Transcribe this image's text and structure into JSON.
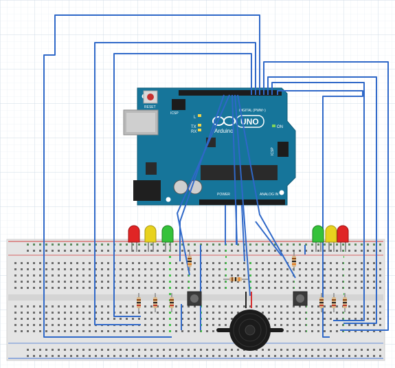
{
  "canvas": {
    "grid_color": "#e3ebf2",
    "background": "#ffffff"
  },
  "arduino": {
    "brand": "Arduino",
    "model": "UNO",
    "reset_label": "RESET",
    "icsp_label": "ICSP",
    "icsp2_label": "ICSP",
    "digital_label": "DIGITAL (PWM~)",
    "analog_label": "ANALOG IN",
    "power_label": "POWER",
    "on_label": "ON",
    "l_label": "L",
    "tx_label": "TX",
    "rx_label": "RX",
    "board_color": "#16759a",
    "chip_color": "#2a2a2a"
  },
  "breadboard": {
    "body_color": "#e6e6e6",
    "rail_red": "#d23b3b",
    "rail_blue": "#3b6fd2"
  },
  "wires": {
    "color": "#2f68c8"
  },
  "leds": {
    "left": [
      {
        "color": "#e02525",
        "label": ""
      },
      {
        "color": "#e8d21e",
        "label": ""
      },
      {
        "color": "#35c23a",
        "label": ""
      }
    ],
    "right": [
      {
        "color": "#35c23a",
        "label": ""
      },
      {
        "color": "#e8d21e",
        "label": ""
      },
      {
        "color": "#e02525",
        "label": ""
      }
    ]
  },
  "buttons": [
    {
      "name": "left-pushbutton"
    },
    {
      "name": "right-pushbutton"
    }
  ],
  "buzzer": {
    "color": "#1b1b1b"
  }
}
